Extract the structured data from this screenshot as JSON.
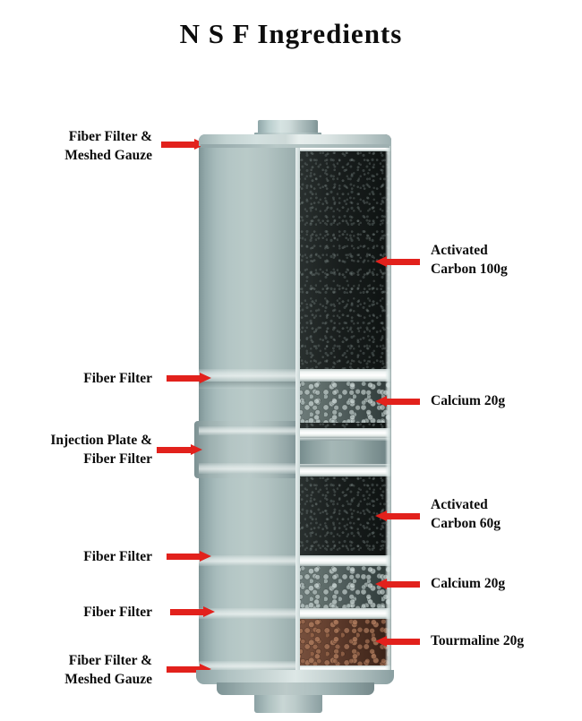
{
  "title": "N S F Ingredients",
  "accent_colors": {
    "arrow_red": "#e2211c",
    "text_black": "#0b0b0b",
    "shell_teal": "#b9cac8",
    "carbon_dark": "#1e2322",
    "calcium_gray": "#5d6b6a",
    "tourmaline_brown": "#63402f",
    "fiber_white": "#ffffff",
    "background": "#ffffff"
  },
  "diagram": {
    "name": "water-filter-cartridge-cutaway",
    "left_labels": [
      {
        "id": "fiber-filter-meshed-gauze-top",
        "text": "Fiber Filter &\nMeshed Gauze"
      },
      {
        "id": "fiber-filter-1",
        "text": "Fiber Filter"
      },
      {
        "id": "injection-plate-fiber-filter",
        "text": "Injection Plate &\nFiber Filter"
      },
      {
        "id": "fiber-filter-2",
        "text": "Fiber Filter"
      },
      {
        "id": "fiber-filter-3",
        "text": "Fiber Filter"
      },
      {
        "id": "fiber-filter-meshed-gauze-bottom",
        "text": "Fiber Filter &\nMeshed Gauze"
      }
    ],
    "right_labels": [
      {
        "id": "activated-carbon-100g",
        "text": "Activated\nCarbon 100g"
      },
      {
        "id": "calcium-20g-upper",
        "text": "Calcium 20g"
      },
      {
        "id": "activated-carbon-60g",
        "text": "Activated\nCarbon 60g"
      },
      {
        "id": "calcium-20g-lower",
        "text": "Calcium 20g"
      },
      {
        "id": "tourmaline-20g",
        "text": "Tourmaline 20g"
      }
    ],
    "media_layers": [
      {
        "id": "activated-carbon-100g",
        "material": "Activated Carbon",
        "amount": "100g"
      },
      {
        "id": "calcium-20g-upper",
        "material": "Calcium",
        "amount": "20g"
      },
      {
        "id": "activated-carbon-60g",
        "material": "Activated Carbon",
        "amount": "60g"
      },
      {
        "id": "calcium-20g-lower",
        "material": "Calcium",
        "amount": "20g"
      },
      {
        "id": "tourmaline-20g",
        "material": "Tourmaline",
        "amount": "20g"
      }
    ]
  }
}
